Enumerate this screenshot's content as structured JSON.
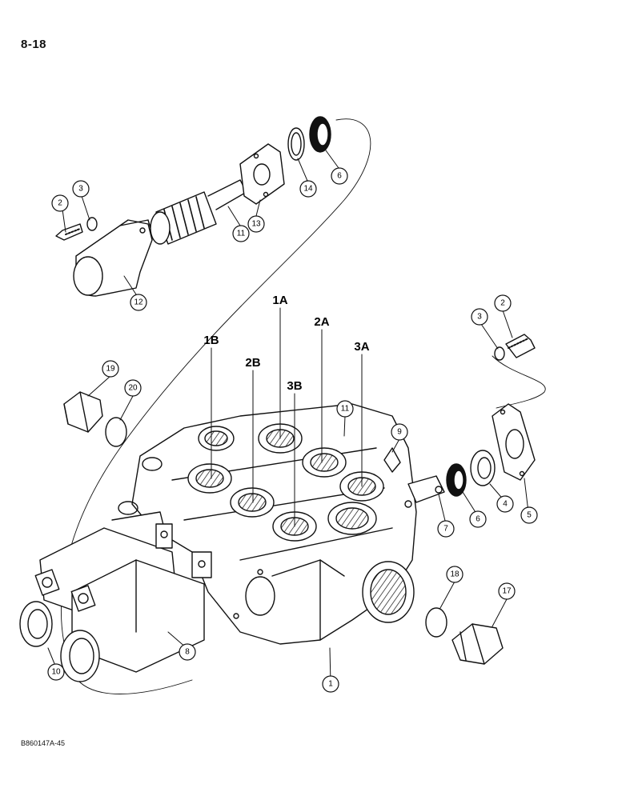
{
  "page": {
    "number": "8-18",
    "figure_code": "B860147A-45"
  },
  "port_labels": [
    "1A",
    "1B",
    "2A",
    "2B",
    "3A",
    "3B"
  ],
  "callouts": [
    "1",
    "2",
    "2",
    "3",
    "3",
    "4",
    "5",
    "6",
    "6",
    "7",
    "8",
    "9",
    "10",
    "11",
    "11",
    "12",
    "13",
    "14",
    "17",
    "18",
    "19",
    "20"
  ]
}
